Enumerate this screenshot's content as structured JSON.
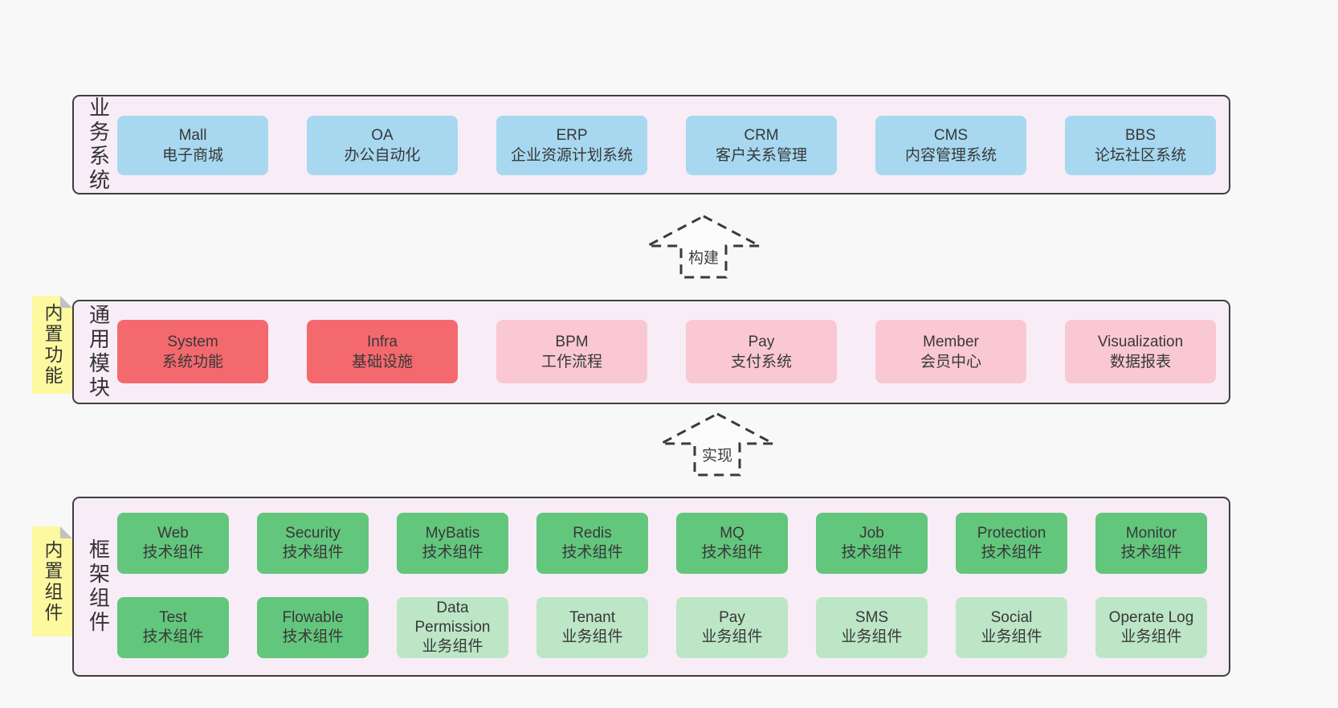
{
  "colors": {
    "page_bg": "#f8f8f8",
    "band_bg": "#f8edf6",
    "band_border": "#3f3f3f",
    "blue": "#a7d8f0",
    "red": "#f4696e",
    "pink": "#fac8d2",
    "green": "#63c67d",
    "light_green": "#bce6c6",
    "sticky_yellow": "#fcf9a0",
    "text": "#383838"
  },
  "b1": {
    "label": "业务系统",
    "boxes": [
      {
        "t": "Mall",
        "s": "电子商城"
      },
      {
        "t": "OA",
        "s": "办公自动化"
      },
      {
        "t": "ERP",
        "s": "企业资源计划系统"
      },
      {
        "t": "CRM",
        "s": "客户关系管理"
      },
      {
        "t": "CMS",
        "s": "内容管理系统"
      },
      {
        "t": "BBS",
        "s": "论坛社区系统"
      }
    ]
  },
  "arrow1": {
    "label": "构建"
  },
  "b2": {
    "label": "通用模块",
    "sticky": "内置功能",
    "boxes": [
      {
        "t": "System",
        "s": "系统功能"
      },
      {
        "t": "Infra",
        "s": "基础设施"
      },
      {
        "t": "BPM",
        "s": "工作流程"
      },
      {
        "t": "Pay",
        "s": "支付系统"
      },
      {
        "t": "Member",
        "s": "会员中心"
      },
      {
        "t": "Visualization",
        "s": "数据报表"
      }
    ]
  },
  "arrow2": {
    "label": "实现"
  },
  "b3": {
    "label": "框架组件",
    "sticky": "内置组件",
    "row1": [
      {
        "t": "Web",
        "s": "技术组件"
      },
      {
        "t": "Security",
        "s": "技术组件"
      },
      {
        "t": "MyBatis",
        "s": "技术组件"
      },
      {
        "t": "Redis",
        "s": "技术组件"
      },
      {
        "t": "MQ",
        "s": "技术组件"
      },
      {
        "t": "Job",
        "s": "技术组件"
      },
      {
        "t": "Protection",
        "s": "技术组件"
      },
      {
        "t": "Monitor",
        "s": "技术组件"
      }
    ],
    "row2": [
      {
        "t": "Test",
        "s": "技术组件"
      },
      {
        "t": "Flowable",
        "s": "技术组件"
      },
      {
        "t": "Data Permission",
        "s": "业务组件"
      },
      {
        "t": "Tenant",
        "s": "业务组件"
      },
      {
        "t": "Pay",
        "s": "业务组件"
      },
      {
        "t": "SMS",
        "s": "业务组件"
      },
      {
        "t": "Social",
        "s": "业务组件"
      },
      {
        "t": "Operate Log",
        "s": "业务组件"
      }
    ]
  }
}
